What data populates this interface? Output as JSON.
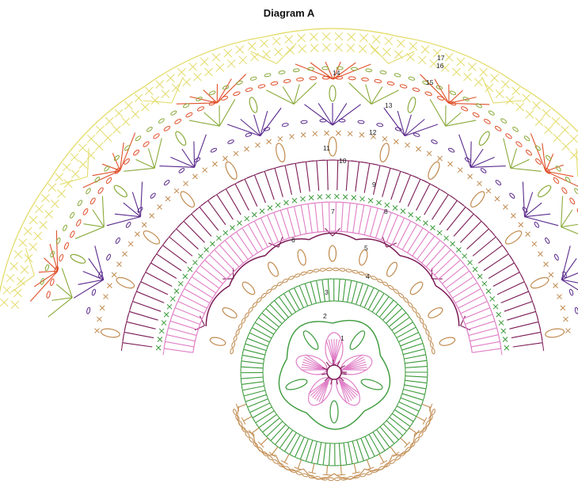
{
  "title": "Diagram A",
  "row_numbers": [
    "1",
    "2",
    "3",
    "4",
    "5",
    "6",
    "7",
    "8",
    "9",
    "10",
    "11",
    "12",
    "13",
    "14",
    "15",
    "16",
    "17"
  ],
  "colors": {
    "pink": "#e07ec6",
    "green": "#3a9a3a",
    "tan": "#c08a4e",
    "plum": "#7b1a55",
    "lime": "#8aaa3a",
    "purple": "#5a2a8c",
    "red": "#e0502a",
    "yellow": "#e3dc6a"
  }
}
